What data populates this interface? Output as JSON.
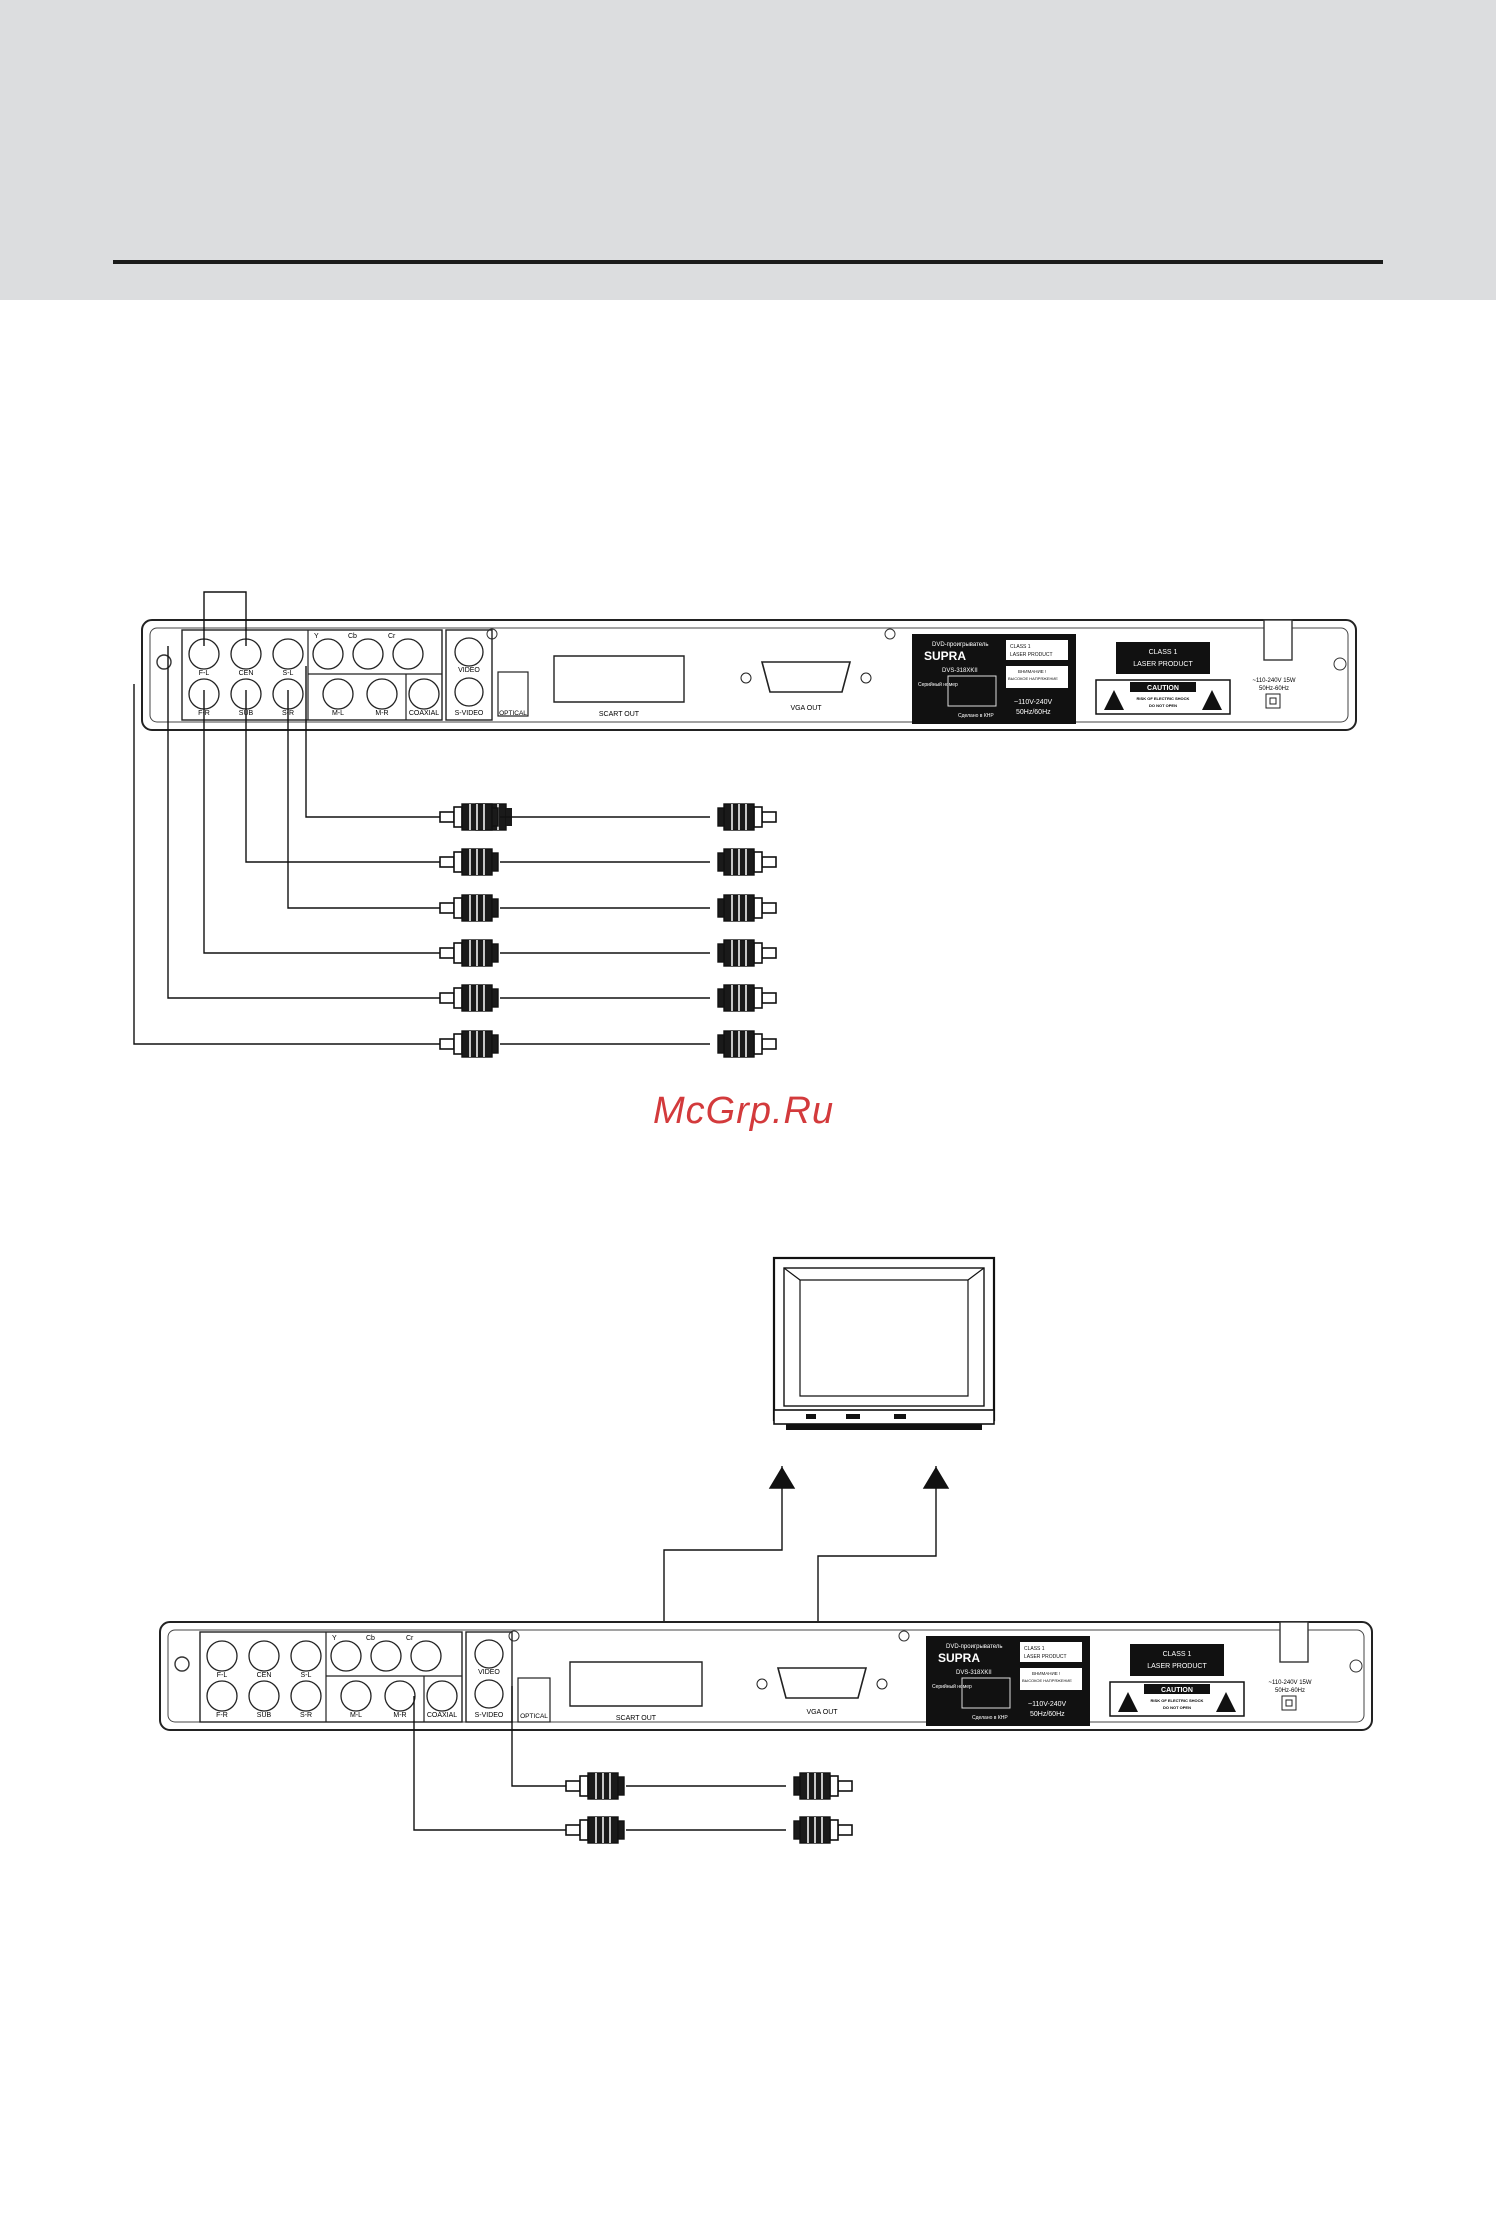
{
  "page": {
    "background": "#ffffff",
    "header_band_color": "#dcdddf",
    "rule_color": "#1b1b1b"
  },
  "watermark": {
    "text": "McGrp.Ru",
    "color": "#d33a3c"
  },
  "panel": {
    "audio_top": [
      "F-L",
      "CEN",
      "S-L"
    ],
    "audio_bottom": [
      "F-R",
      "SUB",
      "S-R"
    ],
    "component": [
      "Y",
      "Cb",
      "Cr"
    ],
    "mix": [
      "M-L",
      "M-R"
    ],
    "coaxial": "COAXIAL",
    "video": "VIDEO",
    "svideo": "S-VIDEO",
    "optical": "OPTICAL",
    "scart": "SCART OUT",
    "vga": "VGA OUT",
    "label_heading": "DVD-проигрыватель",
    "brand": "SUPRA",
    "model": "DVS-318XKII",
    "label_serial": "Серийный номер",
    "label_made": "Сделано в КНР",
    "class1_line1": "CLASS 1",
    "class1_line2": "LASER PRODUCT",
    "warning_title": "ВНИМАНИЕ !",
    "warning_text": "ВЫСОКОЕ НАПРЯЖЕНИЕ",
    "voltage_line1": "~110V-240V",
    "voltage_line2": "50Hz/60Hz",
    "caution_title": "CAUTION",
    "caution_line1": "RISK OF ELECTRIC SHOCK",
    "caution_line2": "DO NOT OPEN",
    "power_line1": "~110-240V 15W",
    "power_line2": "50Hz-60Hz"
  }
}
